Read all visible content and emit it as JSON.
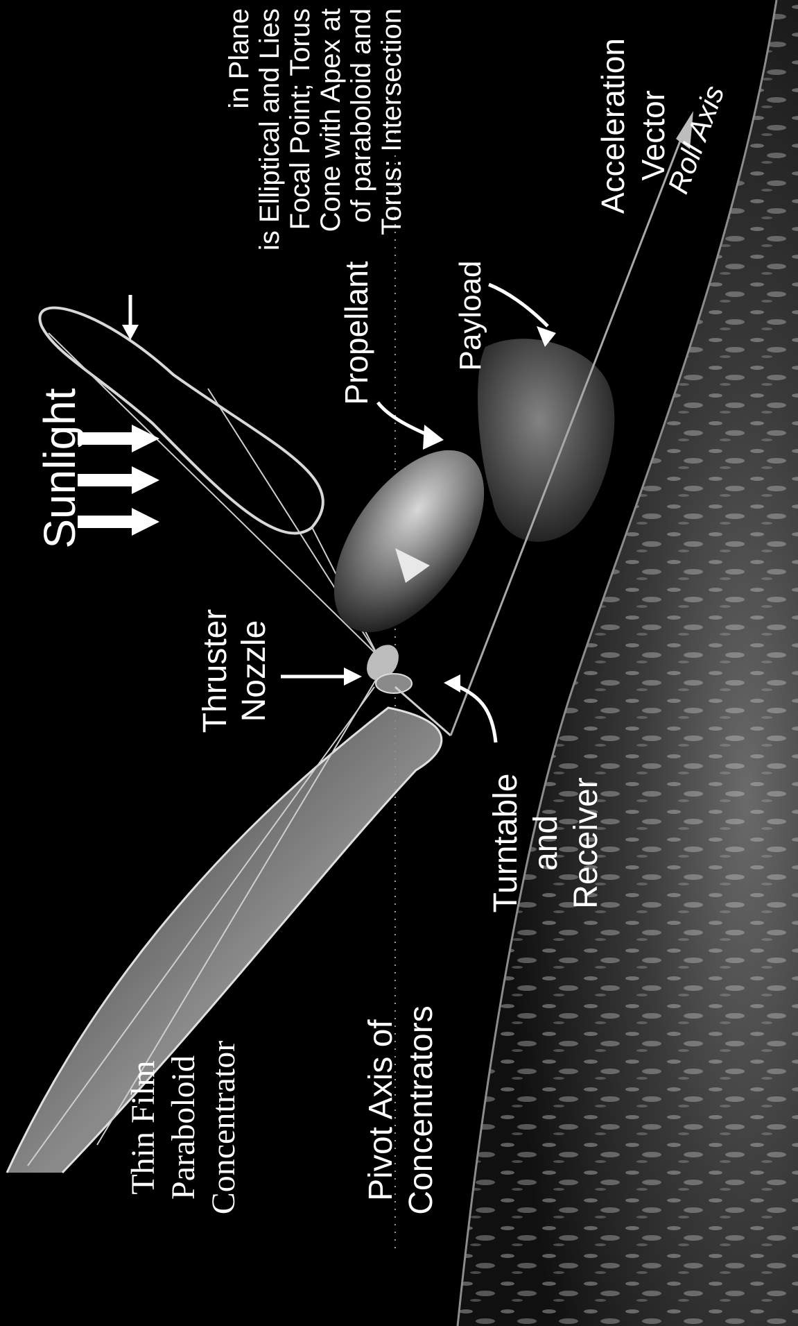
{
  "figure": {
    "orientation": "rotated 90° counter-clockwise",
    "background_color": "#000000",
    "label_color": "#ffffff"
  },
  "labels": {
    "torus_lines": [
      "Torus: Intersection",
      "of paraboloid and",
      "Cone with Apex at",
      "Focal Point; Torus",
      "is Elliptical and Lies",
      "in Plane"
    ],
    "acceleration_lines": [
      "Acceleration",
      "Vector"
    ],
    "roll_axis": "Roll Axis",
    "payload": "Payload",
    "propellant": "Propellant",
    "sunlight": "Sunlight",
    "thruster_lines": [
      "Thruster",
      "Nozzle"
    ],
    "turntable_lines": [
      "Turntable",
      "and",
      "Receiver"
    ],
    "pivot_lines": [
      "Pivot Axis of",
      "Concentrators"
    ],
    "thin_film_lines": [
      "Thin Film",
      "Paraboloid",
      "Concentrator"
    ]
  }
}
